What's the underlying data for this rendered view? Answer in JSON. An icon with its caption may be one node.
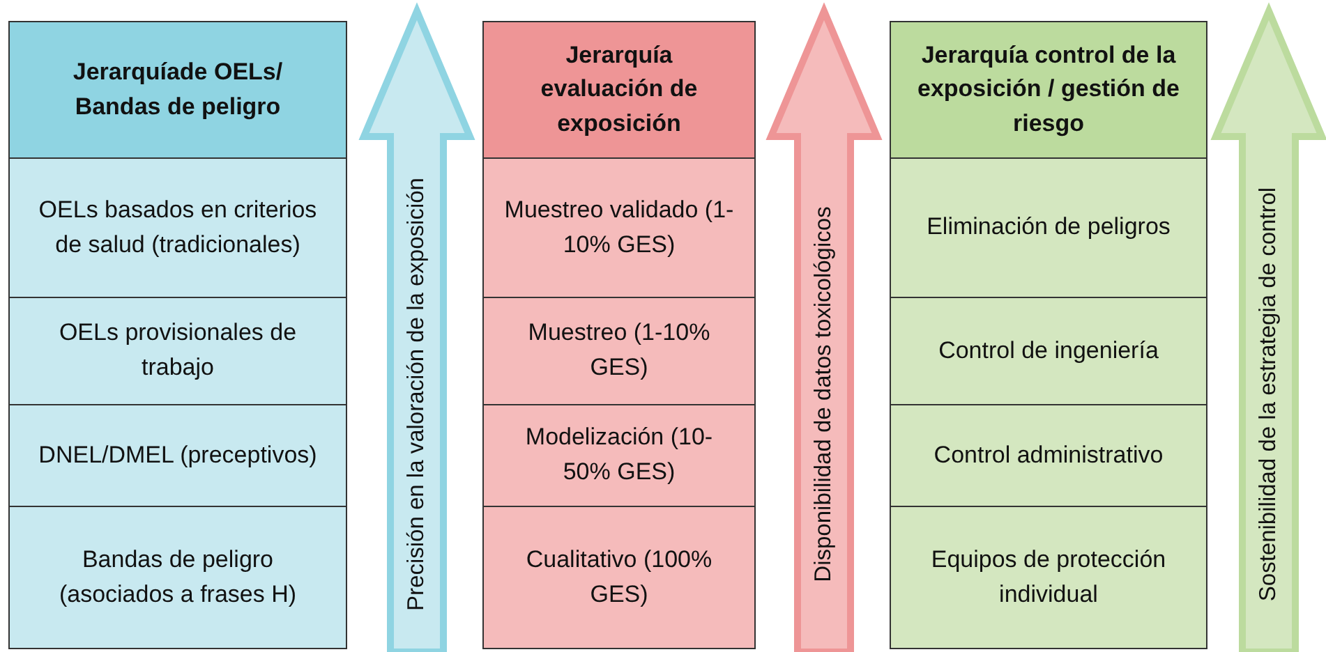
{
  "diagram": {
    "nodes": [
      {
        "text": [
          "Jerarquíade OELs/ Bandas de peligro"
        ]
      },
      {
        "text": [
          "OELs basados en criterios de salud (tradicionales)"
        ]
      },
      {
        "text": [
          "OELs provisionales de trabajo"
        ]
      },
      {
        "text": [
          "DNEL/DMEL (preceptivos)"
        ]
      },
      {
        "text": [
          "Bandas de peligro (asociados a frases H)"
        ]
      },
      {
        "text": [
          "Precisión en la valoración de la exposición"
        ]
      },
      {
        "text": [
          "Jerarquía evaluación de exposición"
        ]
      },
      {
        "text": [
          "Muestreo validado (1-10% GES)"
        ]
      },
      {
        "text": [
          "Muestreo (1-10% GES)"
        ]
      },
      {
        "text": [
          "Modelización (10-50% GES)"
        ]
      },
      {
        "text": [
          "Cualitativo (100% GES)"
        ]
      },
      {
        "text": [
          "Disponibilidad de datos toxicológicos"
        ]
      },
      {
        "text": [
          "Jerarquía control de la exposición / gestión de riesgo"
        ]
      },
      {
        "text": [
          "Eliminación de peligros"
        ]
      },
      {
        "text": [
          "Control de ingeniería"
        ]
      },
      {
        "text": [
          "Control administrativo"
        ]
      },
      {
        "text": [
          "Equipos de protección individual"
        ]
      },
      {
        "text": [
          "Sostenibilidad de la estrategia de control"
        ]
      }
    ]
  }
}
